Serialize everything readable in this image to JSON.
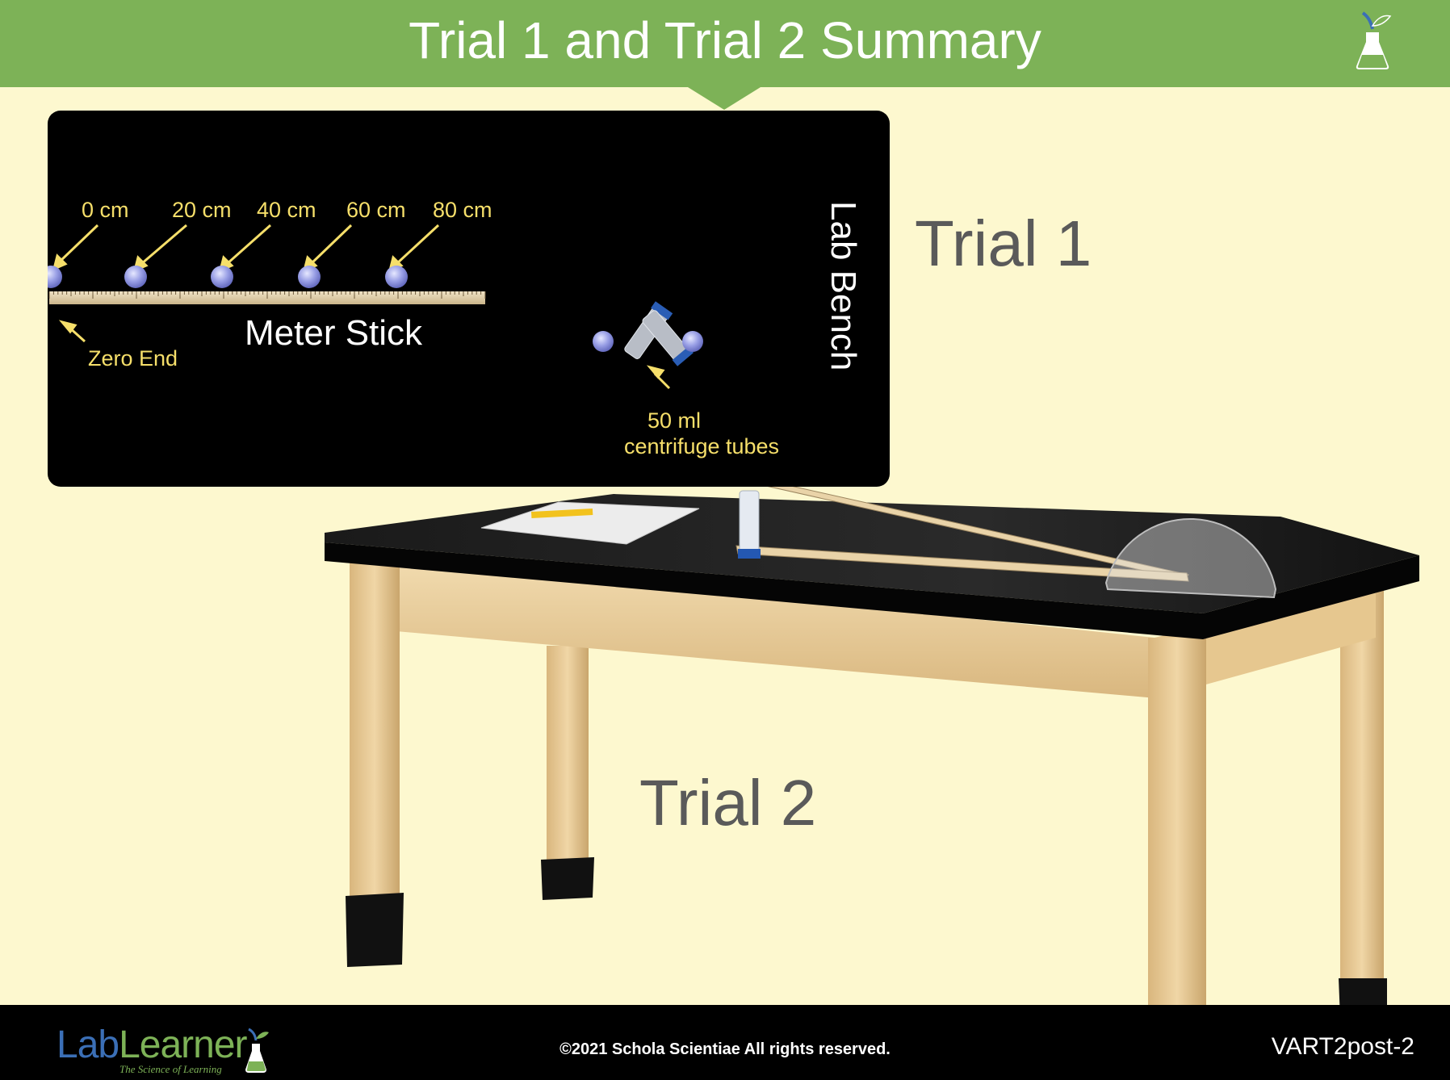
{
  "header": {
    "title": "Trial 1 and Trial 2 Summary",
    "logo_icon": "flask-sprout-icon"
  },
  "diagram": {
    "position_labels": [
      "0 cm",
      "20 cm",
      "40 cm",
      "60 cm",
      "80 cm"
    ],
    "meter_stick_label": "Meter Stick",
    "zero_end_label": "Zero End",
    "lab_bench_label": "Lab Bench",
    "tubes_label_line1": "50 ml",
    "tubes_label_line2": "centrifuge tubes",
    "label_color": "#f6df6a",
    "ball_color": "#8f95e0"
  },
  "trials": {
    "trial1": "Trial 1",
    "trial2": "Trial 2"
  },
  "footer": {
    "brand_lab": "Lab",
    "brand_learner": "Learner",
    "tagline": "The Science of Learning",
    "copyright": "©2021 Schola Scientiae   All rights reserved.",
    "slide_id": "VART2post-2"
  },
  "colors": {
    "header_bg": "#7db257",
    "page_bg": "#fdf8cf",
    "bench_top": "#111111",
    "wood": "#e8c893"
  }
}
